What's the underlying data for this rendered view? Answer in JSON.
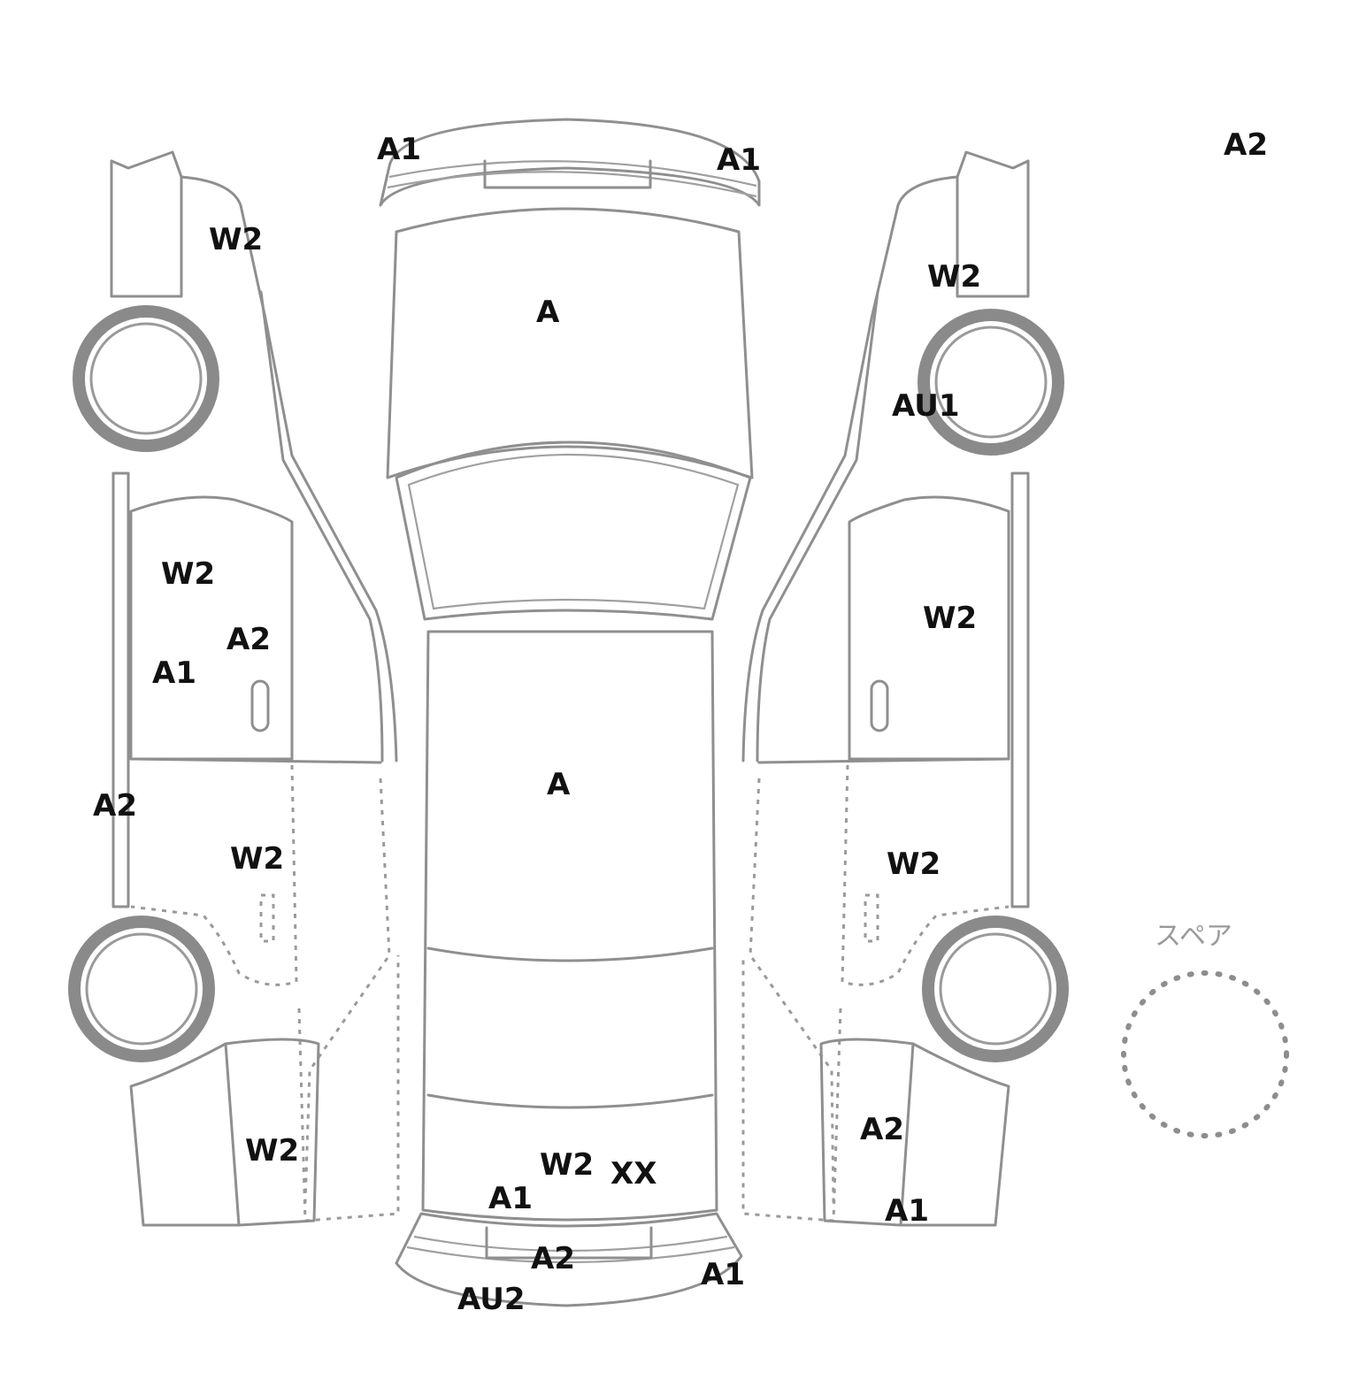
{
  "diagram": {
    "spare_label": "スペア",
    "marks": {
      "top_right_corner": "A2",
      "front_bumper_left": "A1",
      "front_bumper_right": "A1",
      "hood": "A",
      "roof": "A",
      "trunk_w": "W2",
      "trunk_x": "XX",
      "trunk_a1": "A1",
      "rear_bumper_a2": "A2",
      "rear_bumper_au2": "AU2",
      "rear_bumper_a1": "A1",
      "left_front_fender": "W2",
      "left_front_door_w": "W2",
      "left_front_door_a2": "A2",
      "left_front_door_a1": "A1",
      "left_sill": "A2",
      "left_rear_door": "W2",
      "left_rear_quarter": "W2",
      "right_front_fender": "W2",
      "right_front_wheel": "AU1",
      "right_front_door": "W2",
      "right_rear_door": "W2",
      "right_rear_quarter_a2": "A2",
      "right_rear_quarter_a1": "A1"
    }
  }
}
